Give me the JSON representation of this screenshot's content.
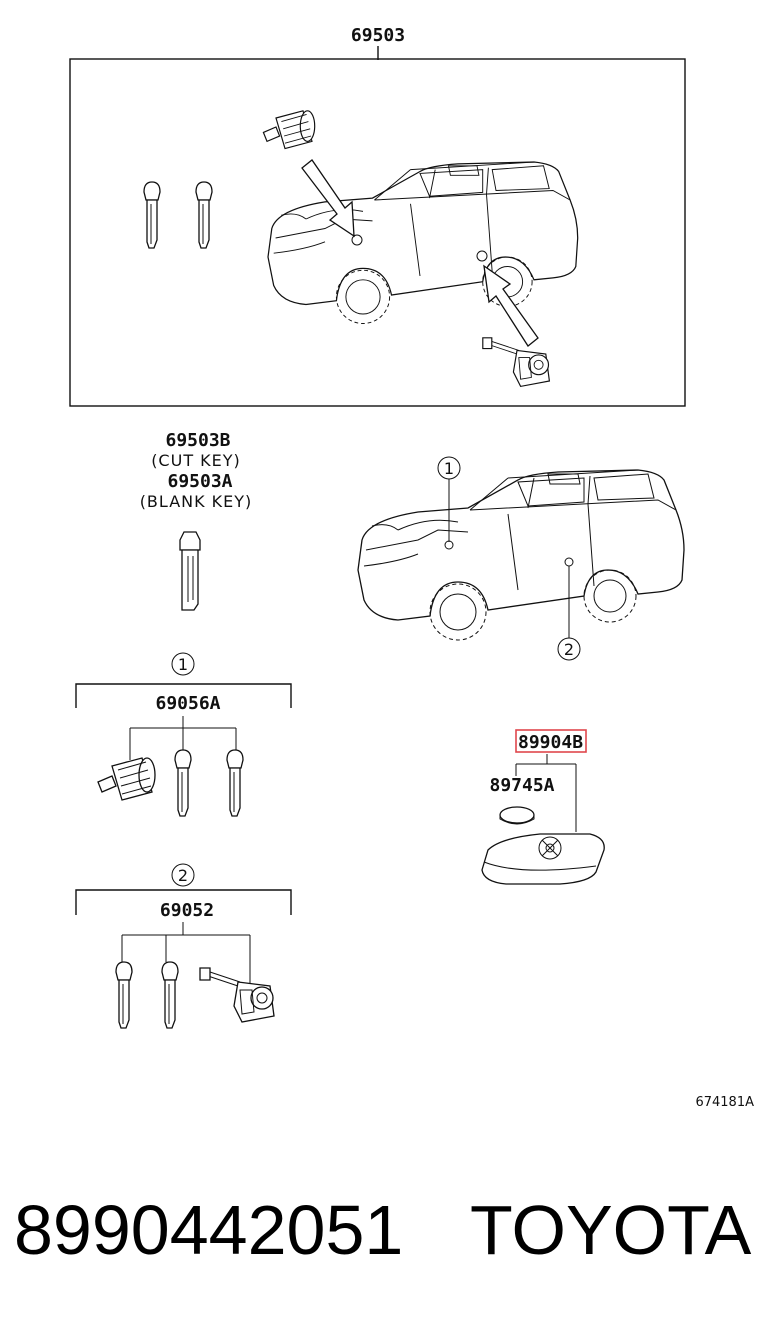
{
  "diagram": {
    "top_assembly": {
      "part_number": "69503"
    },
    "key_info": {
      "cut_key_number": "69503B",
      "cut_key_label": "(CUT KEY)",
      "blank_key_number": "69503A",
      "blank_key_label": "(BLANK KEY)"
    },
    "callouts": {
      "one": "1",
      "two": "2"
    },
    "group_one": {
      "part_number": "69056A"
    },
    "group_two": {
      "part_number": "69052"
    },
    "transmitter": {
      "part_number": "89904",
      "part_suffix": "B",
      "battery_part_number": "89745A"
    },
    "reference_code": "674181A"
  },
  "caption": {
    "part_number": "8990442051",
    "brand": "TOYOTA"
  },
  "colors": {
    "highlight": "#e0474c",
    "line": "#111111"
  }
}
